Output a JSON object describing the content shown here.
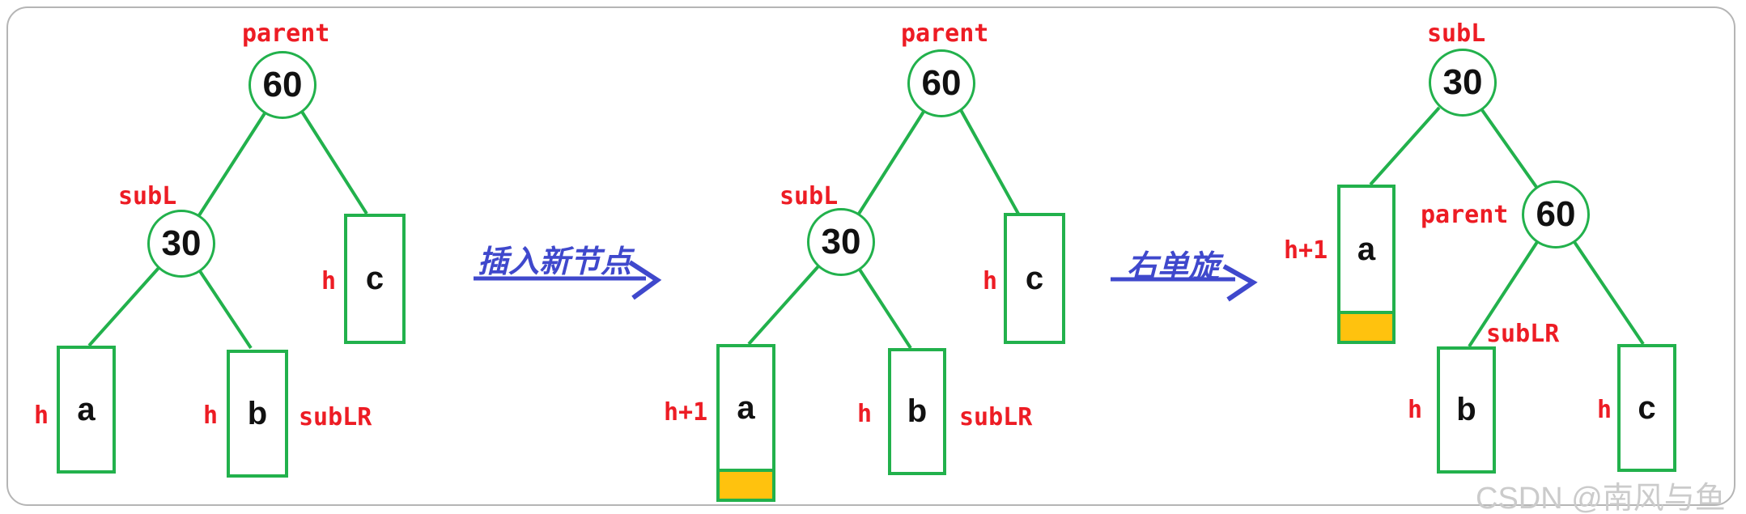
{
  "diagram": {
    "topic": "AVL right single rotation",
    "colors": {
      "edge_green": "#22b14c",
      "label_red": "#ed1c24",
      "arrow_blue": "#3f48cc",
      "insert_yellow": "#ffc20e",
      "node_text_black": "#111111",
      "watermark_gray": "#cbcbcb",
      "frame_gray": "#b5b5b5"
    }
  },
  "trees": [
    {
      "parent_label": "parent",
      "parent_value": "60",
      "subL_label": "subL",
      "subL_value": "30",
      "subLR_label": "subLR",
      "a_height": "h",
      "a_letter": "a",
      "b_height": "h",
      "b_letter": "b",
      "c_height": "h",
      "c_letter": "c"
    },
    {
      "parent_label": "parent",
      "parent_value": "60",
      "subL_label": "subL",
      "subL_value": "30",
      "subLR_label": "subLR",
      "a_height": "h+1",
      "a_letter": "a",
      "b_height": "h",
      "b_letter": "b",
      "c_height": "h",
      "c_letter": "c"
    },
    {
      "parent_label": "parent",
      "parent_value": "60",
      "subL_label": "subL",
      "subL_value": "30",
      "subLR_label": "subLR",
      "a_height": "h+1",
      "a_letter": "a",
      "b_height": "h",
      "b_letter": "b",
      "c_height": "h",
      "c_letter": "c"
    }
  ],
  "arrows": [
    {
      "label": "插入新节点"
    },
    {
      "label": "右单旋"
    }
  ],
  "watermark": {
    "text": "CSDN @南风与鱼"
  }
}
